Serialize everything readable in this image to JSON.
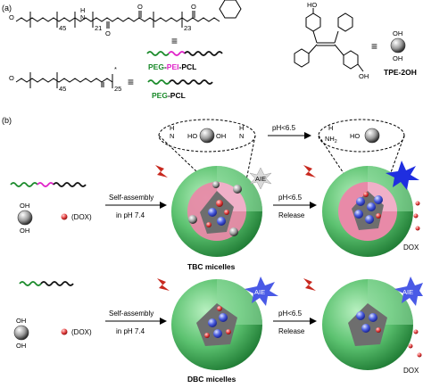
{
  "panel_a": {
    "label": "(a)",
    "chem": {
      "n45_top": "45",
      "n21": "21",
      "n23": "23",
      "nh": "H",
      "nh_n": "N",
      "o": "O",
      "n45_bottom": "45",
      "n25": "25",
      "star": "*",
      "oh": "OH",
      "ho": "HO"
    },
    "legend_peg_pei_pcl": {
      "peg": "PEG",
      "dash1": "-",
      "pei": "PEI",
      "dash2": "-",
      "pcl": "PCL"
    },
    "legend_peg_pcl": {
      "peg": "PEG",
      "dash": "-",
      "pcl": "PCL"
    },
    "tpe_label": "TPE-2OH",
    "equiv": "≡"
  },
  "panel_b": {
    "label": "(b)",
    "zoom_left": {
      "n1": "N",
      "ho": "HO",
      "oh": "OH",
      "n2": "N",
      "h1": "H",
      "h2": "H"
    },
    "zoom_right": {
      "nh2": "NH",
      "sub2": "2",
      "h": "H",
      "ho": "HO"
    },
    "arrow_top": {
      "label": "pH<6.5"
    },
    "row1": {
      "oh_top": "OH",
      "oh_bottom": "OH",
      "dox": "(DOX)",
      "step1_top": "Self-assembly",
      "step1_bottom": "in pH 7.4",
      "aie": "AIE",
      "step2_top": "pH<6.5",
      "step2_bottom": "Release",
      "dox_label": "DOX",
      "caption": "TBC micelles"
    },
    "row2": {
      "oh_top": "OH",
      "oh_bottom": "OH",
      "dox": "(DOX)",
      "step1_top": "Self-assembly",
      "step1_bottom": "in pH 7.4",
      "aie_left": "AIE",
      "step2_top": "pH<6.5",
      "step2_bottom": "Release",
      "aie_right": "AIE",
      "dox_label": "DOX",
      "caption": "DBC micelles"
    }
  },
  "colors": {
    "peg_green": "#1a8a2a",
    "pei_magenta": "#e020c8",
    "pcl_black": "#111111",
    "micelle_green": "#5cc270",
    "core_pink": "#e88aa8",
    "core_gray": "#6e6e6e",
    "dox_red": "#e34040",
    "sphere_blue": "#3a4fd6",
    "aie_burst": "#1f2ee0",
    "lightning": "#c8281e"
  }
}
